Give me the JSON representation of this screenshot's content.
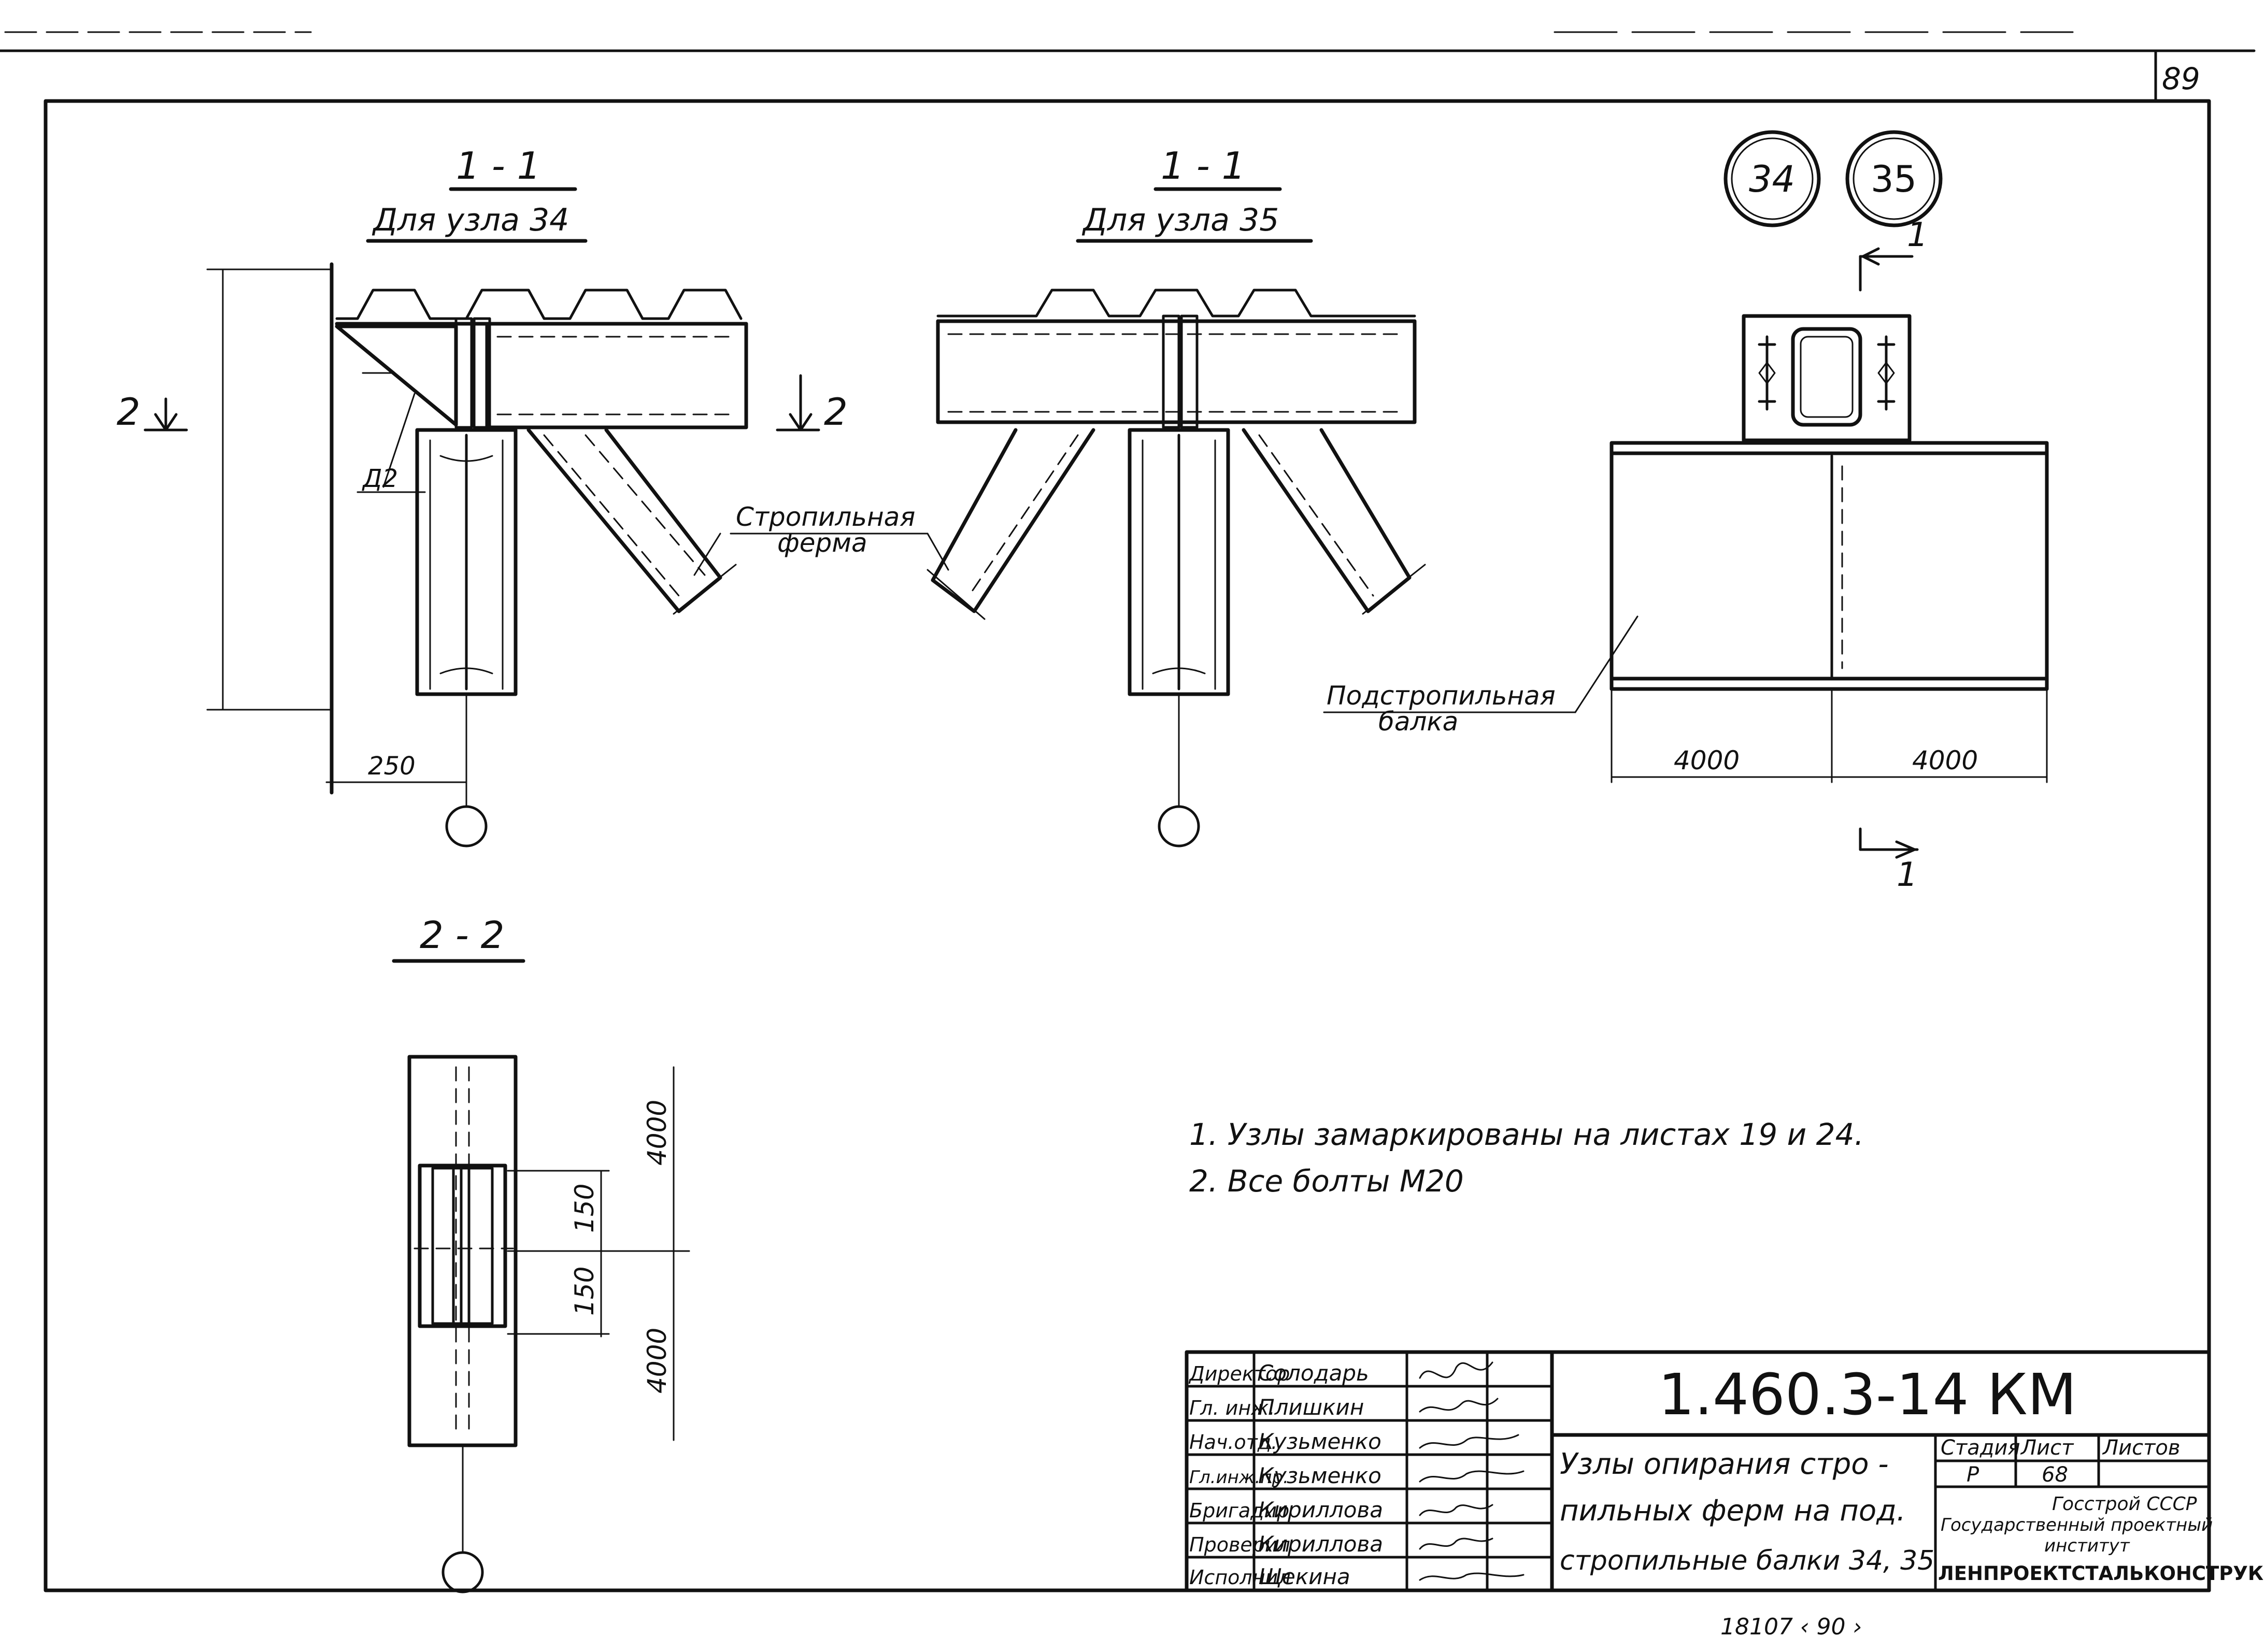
{
  "sheet": {
    "page_number": "89",
    "bottom_note": "18107 ‹ 90 ›"
  },
  "section_1_1_node34": {
    "title": "1 - 1",
    "subtitle": "Для узла 34",
    "dim_width": "250",
    "label_d2": "Д2",
    "cut_mark": "2"
  },
  "section_1_1_node35": {
    "title": "1 - 1",
    "subtitle": "Для узла 35",
    "cut_mark": "2"
  },
  "truss_label": [
    "Стропильная",
    "ферма"
  ],
  "beam_label": [
    "Подстропильная",
    "балка"
  ],
  "node_marks": [
    "34",
    "35"
  ],
  "elevation_view": {
    "dim_left": "4000",
    "dim_right": "4000",
    "cut_mark_top": "1",
    "cut_mark_bottom": "1"
  },
  "section_2_2": {
    "title": "2 - 2",
    "dims": [
      "4000",
      "150",
      "150",
      "4000"
    ]
  },
  "notes": [
    "1.  Узлы замаркированы на листах  19 и 24.",
    "2.  Все   болты М20"
  ],
  "title_block": {
    "doc_code": "1.460.3-14 КМ",
    "title_lines": [
      "Узлы опирания стро -",
      "пильных ферм на под.",
      "стропильные балки 34, 35"
    ],
    "staff": [
      {
        "role": "Директор",
        "name": "Солодарь"
      },
      {
        "role": "Гл. инж.",
        "name": "Плишкин"
      },
      {
        "role": "Нач.отд.",
        "name": "Кузьменко"
      },
      {
        "role": "Гл.инж.пр.",
        "name": "Кузьменко"
      },
      {
        "role": "Бригадир",
        "name": "Кириллова"
      },
      {
        "role": "Проверил",
        "name": "Кириллова"
      },
      {
        "role": "Исполнил",
        "name": "Щекина"
      }
    ],
    "headers": {
      "stage": "Стадия",
      "sheet": "Лист",
      "sheets": "Листов"
    },
    "values": {
      "stage": "Р",
      "sheet": "68",
      "sheets": ""
    },
    "org_lines": [
      "Госстрой СССР",
      "Государственный проектный",
      "институт",
      "ЛЕНПРОЕКТСТАЛЬКОНСТРУКЦИЯ"
    ]
  }
}
